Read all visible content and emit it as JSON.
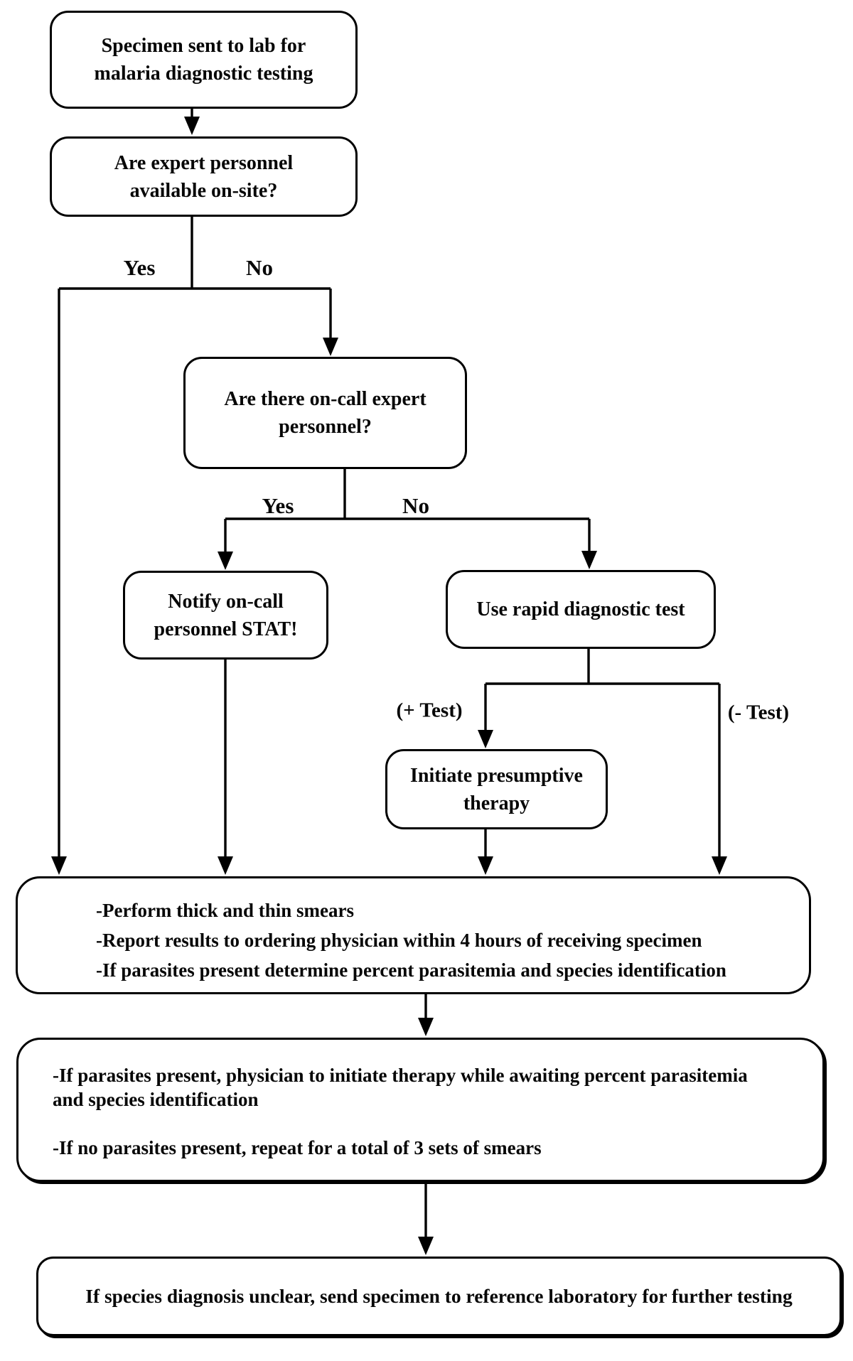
{
  "flowchart": {
    "nodes": {
      "specimen": {
        "lines": [
          "Specimen sent to lab for",
          "malaria diagnostic testing"
        ]
      },
      "expert_onsite": {
        "lines": [
          "Are expert personnel",
          "available on-site?"
        ]
      },
      "oncall": {
        "lines": [
          "Are there on-call expert",
          "personnel?"
        ]
      },
      "notify": {
        "lines": [
          "Notify on-call",
          "personnel STAT!"
        ]
      },
      "rapid": {
        "lines": [
          "Use rapid diagnostic test"
        ]
      },
      "presumptive": {
        "lines": [
          "Initiate presumptive",
          "therapy"
        ]
      },
      "perform": {
        "lines": [
          "-Perform thick and thin smears",
          "-Report results to ordering physician within 4 hours of receiving specimen",
          "-If parasites present determine percent parasitemia and species identification"
        ]
      },
      "therapy": {
        "lines": [
          "-If parasites present, physician to initiate therapy while awaiting percent parasitemia",
          "and species identification",
          "",
          "-If no parasites present, repeat for a total of 3 sets of smears"
        ]
      },
      "reference": {
        "lines": [
          "If species diagnosis unclear, send specimen to reference laboratory for further testing"
        ]
      }
    },
    "edge_labels": {
      "yes1": "Yes",
      "no1": "No",
      "yes2": "Yes",
      "no2": "No",
      "pos_test": "(+ Test)",
      "neg_test": "(- Test)"
    },
    "colors": {
      "line": "#000000",
      "box_border": "#000000",
      "box_fill": "#ffffff",
      "text": "#070707",
      "background": "#ffffff"
    }
  }
}
